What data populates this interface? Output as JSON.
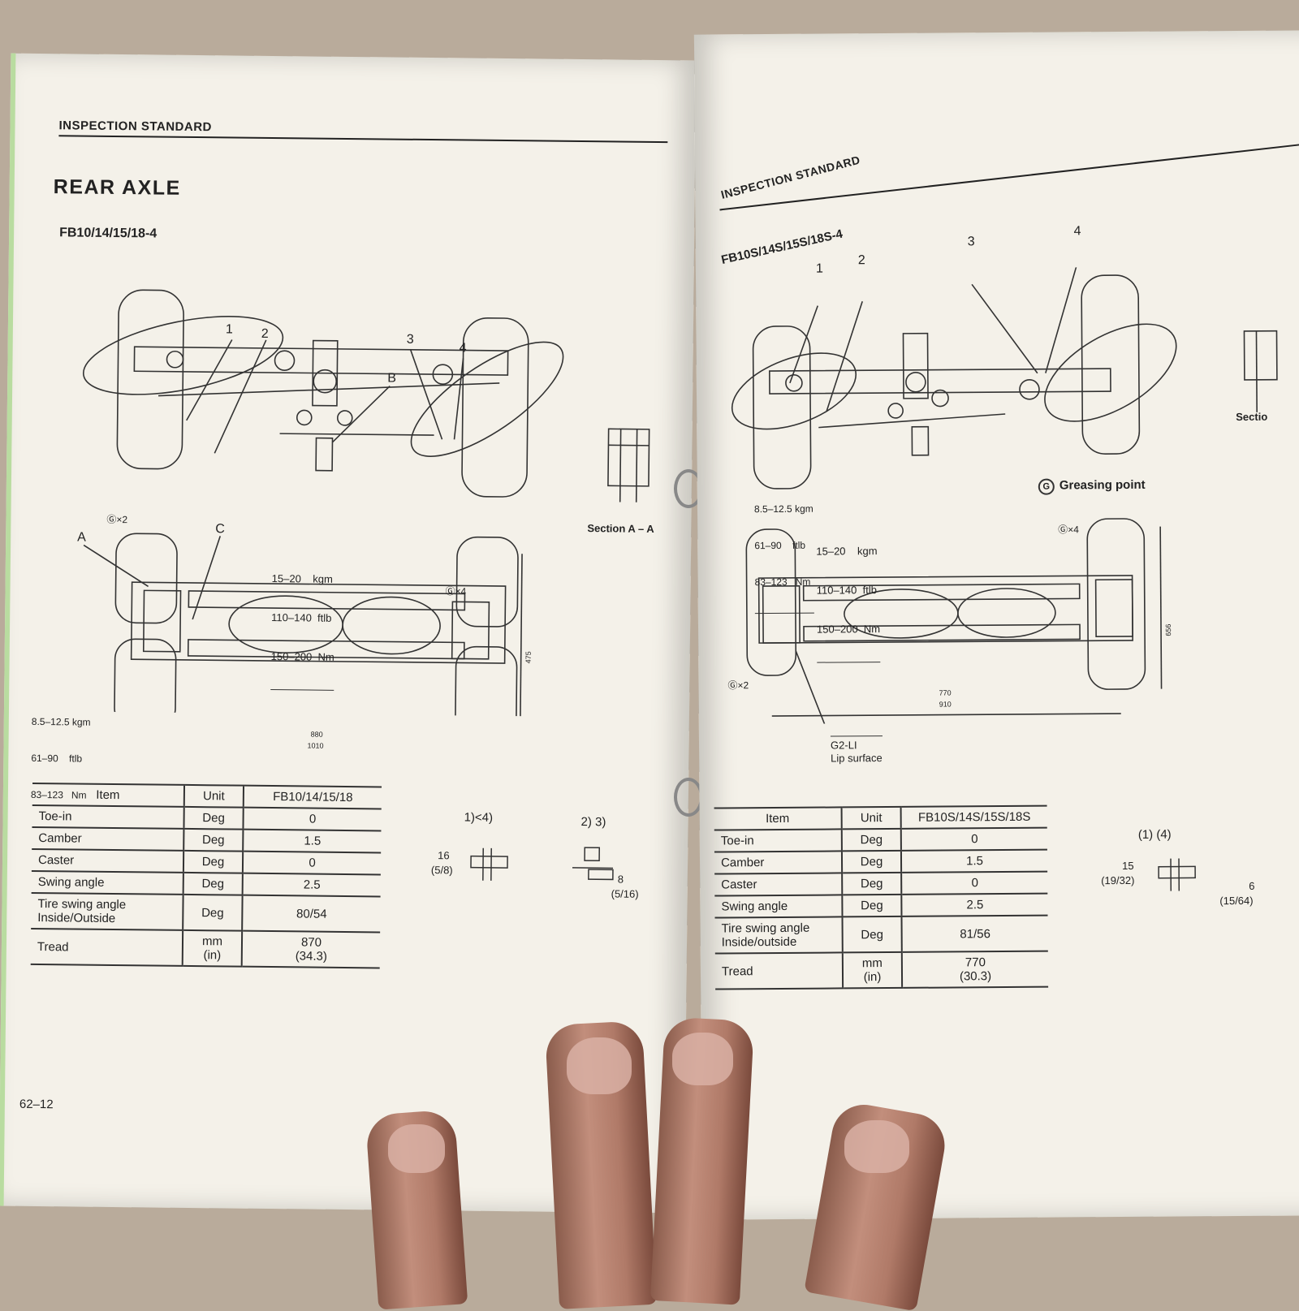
{
  "left": {
    "header": "INSPECTION STANDARD",
    "title": "REAR AXLE",
    "model": "FB10/14/15/18-4",
    "callouts": [
      "1",
      "2",
      "3",
      "4",
      "B",
      "A",
      "C"
    ],
    "torque_top": [
      "15–20    kgm",
      "110–140  ftlb",
      "150–200  Nm"
    ],
    "torque_bottom": [
      "8.5–12.5 kgm",
      "61–90    ftlb",
      "83–123   Nm"
    ],
    "section_label": "Section A – A",
    "dims": [
      "880",
      "1010",
      "475"
    ],
    "grease_marks": [
      "Ⓖ×2",
      "Ⓖ×4"
    ],
    "table": {
      "headers": [
        "Item",
        "Unit",
        "FB10/14/15/18"
      ],
      "rows": [
        [
          "Toe-in",
          "Deg",
          "0"
        ],
        [
          "Camber",
          "Deg",
          "1.5"
        ],
        [
          "Caster",
          "Deg",
          "0"
        ],
        [
          "Swing angle",
          "Deg",
          "2.5"
        ],
        [
          "Tire swing angle\nInside/Outside",
          "Deg",
          "80/54"
        ],
        [
          "Tread",
          "mm\n(in)",
          "870\n(34.3)"
        ]
      ]
    },
    "details": {
      "label1": "1)<4)",
      "label2": "2) 3)",
      "dim1": "16",
      "dim1_in": "(5/8)",
      "dim2": "8",
      "dim2_in": "(5/16)"
    },
    "page_number": "62–12"
  },
  "right": {
    "header": "INSPECTION STANDARD",
    "model": "FB10S/14S/15S/18S-4",
    "callouts": [
      "1",
      "2",
      "3",
      "4"
    ],
    "torque_top": [
      "8.5–12.5 kgm",
      "61–90    ftlb",
      "83–123   Nm"
    ],
    "torque_mid": [
      "15–20    kgm",
      "110–140  ftlb",
      "150–200  Nm"
    ],
    "greasing_label": "Greasing point",
    "greasing_symbol": "G",
    "dims": [
      "770",
      "910",
      "656"
    ],
    "grease_marks": [
      "Ⓖ×4",
      "Ⓖ×2"
    ],
    "lube": [
      "G2-LI",
      "Lip surface"
    ],
    "section_cut": "Sectio",
    "table": {
      "headers": [
        "Item",
        "Unit",
        "FB10S/14S/15S/18S"
      ],
      "rows": [
        [
          "Toe-in",
          "Deg",
          "0"
        ],
        [
          "Camber",
          "Deg",
          "1.5"
        ],
        [
          "Caster",
          "Deg",
          "0"
        ],
        [
          "Swing angle",
          "Deg",
          "2.5"
        ],
        [
          "Tire swing angle\nInside/outside",
          "Deg",
          "81/56"
        ],
        [
          "Tread",
          "mm\n(in)",
          "770\n(30.3)"
        ]
      ]
    },
    "details": {
      "label1": "(1)  (4)",
      "dim1": "15",
      "dim1_in": "(19/32)",
      "dim2": "6",
      "dim2_in": "(15/64)"
    }
  }
}
